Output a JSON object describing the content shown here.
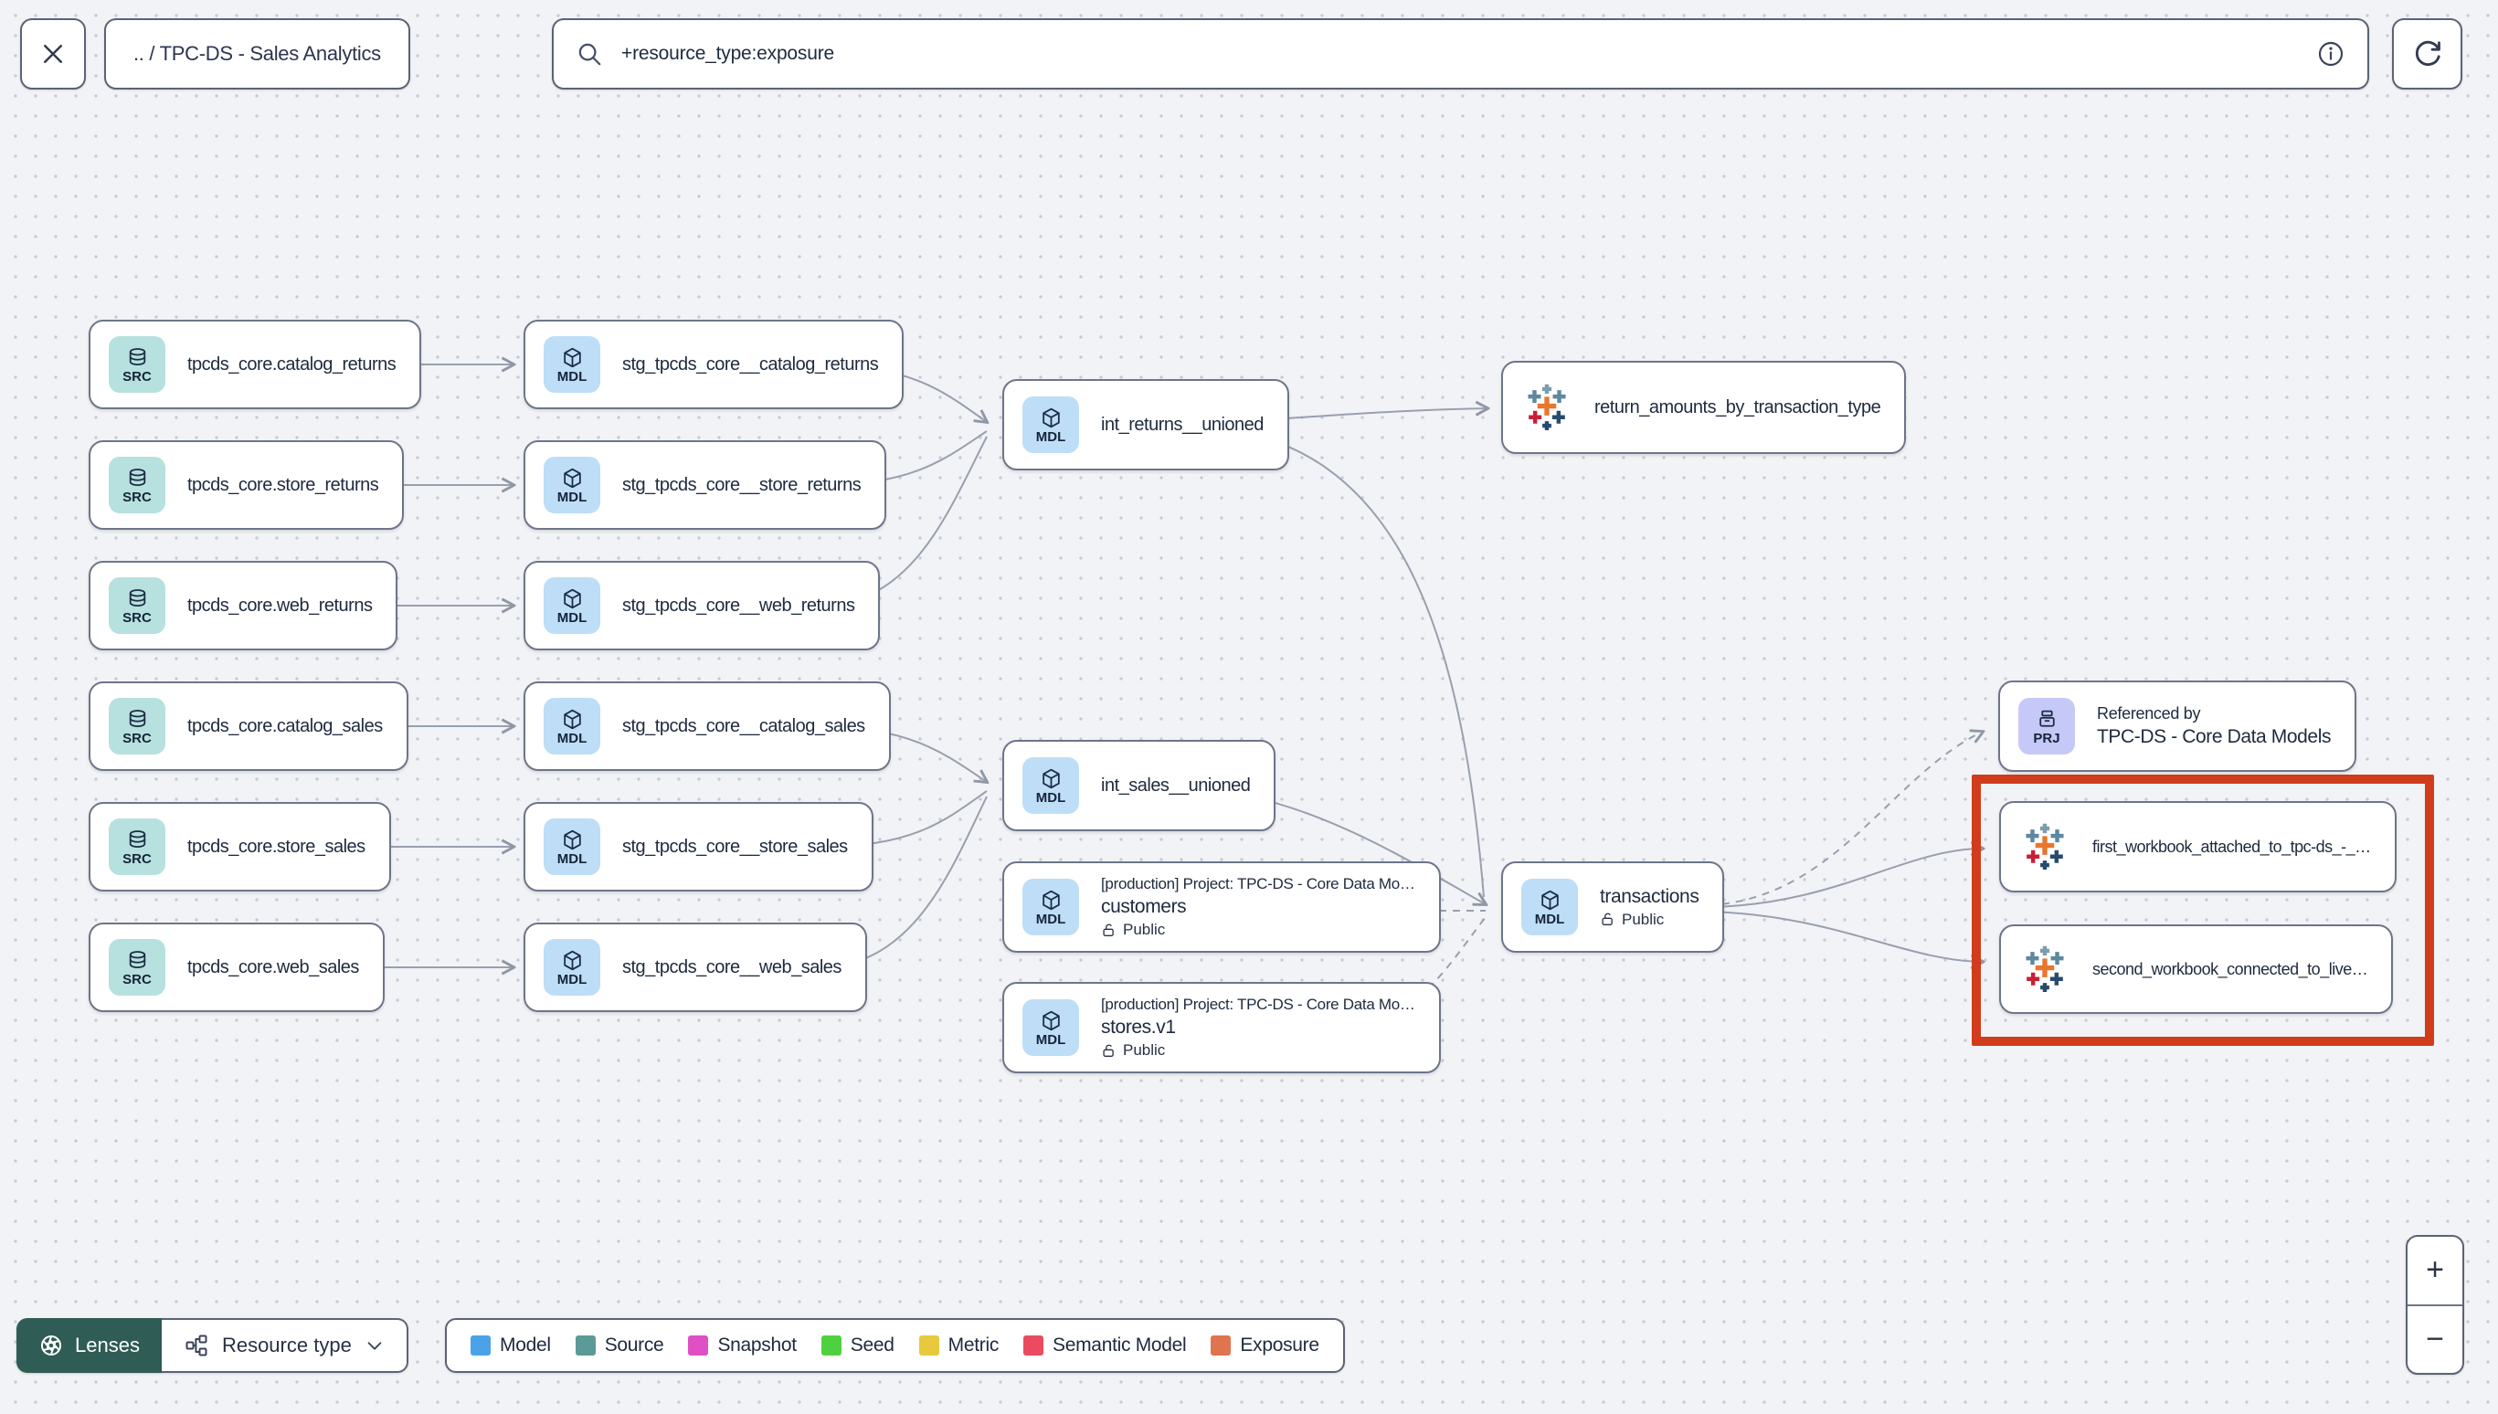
{
  "header": {
    "breadcrumb": ".. / TPC-DS - Sales Analytics",
    "search_value": "+resource_type:exposure"
  },
  "graph": {
    "sources": [
      {
        "badge": "SRC",
        "label": "tpcds_core.catalog_returns"
      },
      {
        "badge": "SRC",
        "label": "tpcds_core.store_returns"
      },
      {
        "badge": "SRC",
        "label": "tpcds_core.web_returns"
      },
      {
        "badge": "SRC",
        "label": "tpcds_core.catalog_sales"
      },
      {
        "badge": "SRC",
        "label": "tpcds_core.store_sales"
      },
      {
        "badge": "SRC",
        "label": "tpcds_core.web_sales"
      }
    ],
    "staging": [
      {
        "badge": "MDL",
        "label": "stg_tpcds_core__catalog_returns"
      },
      {
        "badge": "MDL",
        "label": "stg_tpcds_core__store_returns"
      },
      {
        "badge": "MDL",
        "label": "stg_tpcds_core__web_returns"
      },
      {
        "badge": "MDL",
        "label": "stg_tpcds_core__catalog_sales"
      },
      {
        "badge": "MDL",
        "label": "stg_tpcds_core__store_sales"
      },
      {
        "badge": "MDL",
        "label": "stg_tpcds_core__web_sales"
      }
    ],
    "int_returns": {
      "badge": "MDL",
      "label": "int_returns__unioned"
    },
    "int_sales": {
      "badge": "MDL",
      "label": "int_sales__unioned"
    },
    "customers": {
      "badge": "MDL",
      "context": "[production] Project: TPC-DS - Core Data Mo…",
      "label": "customers",
      "access": "Public"
    },
    "stores": {
      "badge": "MDL",
      "context": "[production] Project: TPC-DS - Core Data Mo…",
      "label": "stores.v1",
      "access": "Public"
    },
    "transactions": {
      "badge": "MDL",
      "label": "transactions",
      "access": "Public"
    },
    "exposure_returns": {
      "label": "return_amounts_by_transaction_type"
    },
    "referenced_by": {
      "badge": "PRJ",
      "title": "Referenced by",
      "label": "TPC-DS - Core Data Models"
    },
    "workbook_first": {
      "label": "first_workbook_attached_to_tpc-ds_-_…"
    },
    "workbook_second": {
      "label": "second_workbook_connected_to_live…"
    }
  },
  "footer": {
    "lenses_label": "Lenses",
    "resource_type_label": "Resource type",
    "legend": [
      {
        "label": "Model",
        "color": "#4aa3e8"
      },
      {
        "label": "Source",
        "color": "#5b9a96"
      },
      {
        "label": "Snapshot",
        "color": "#e04fc4"
      },
      {
        "label": "Seed",
        "color": "#4fd13f"
      },
      {
        "label": "Metric",
        "color": "#e7c93e"
      },
      {
        "label": "Semantic Model",
        "color": "#ea4b61"
      },
      {
        "label": "Exposure",
        "color": "#df744e"
      }
    ],
    "zoom_in_label": "+",
    "zoom_out_label": "−"
  }
}
